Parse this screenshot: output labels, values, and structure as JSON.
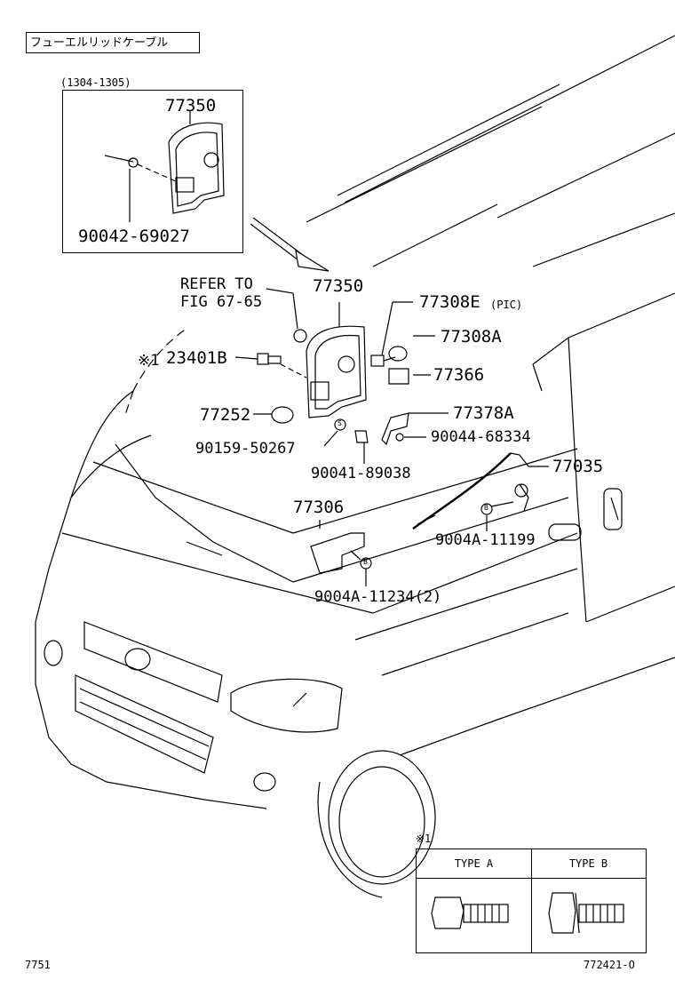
{
  "title": "フューエルリッドケーブル",
  "inset": {
    "range": "(1304-1305)",
    "part_top": "77350",
    "part_bottom": "90042-69027"
  },
  "labels": {
    "refer_line1": "REFER TO",
    "refer_line2": "FIG 67-65",
    "p77350": "77350",
    "p77308E": "77308E",
    "p77308E_note": "(PIC)",
    "p77308A": "77308A",
    "note1": "※1",
    "p23401B": "23401B",
    "p77366": "77366",
    "p77252": "77252",
    "p77378A": "77378A",
    "p90159": "90159-50267",
    "p90044": "90044-68334",
    "p90041": "90041-89038",
    "p77035": "77035",
    "p77306": "77306",
    "p9004A_11199": "9004A-11199",
    "p9004A_11234": "9004A-11234(2)",
    "marker_s": "S",
    "marker_b": "B"
  },
  "legend": {
    "note": "※1",
    "type_a": "TYPE A",
    "type_b": "TYPE B"
  },
  "footer": {
    "left_code": "7751",
    "right_code": "772421-O"
  }
}
